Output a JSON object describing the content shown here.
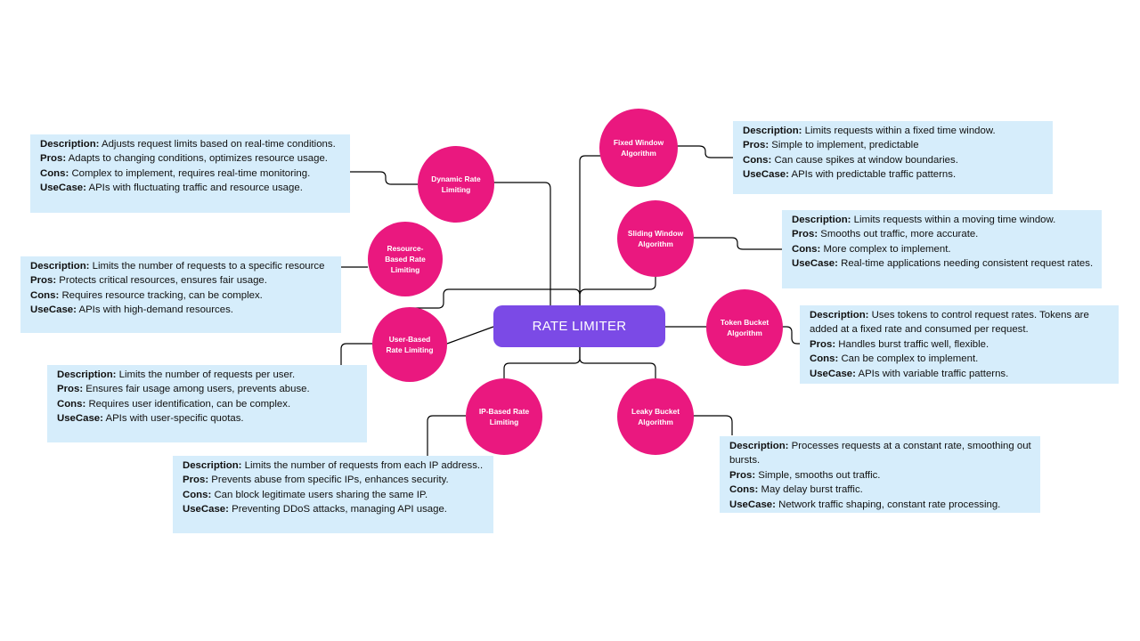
{
  "center": {
    "label": "RATE LIMITER"
  },
  "labels": {
    "description": "Description:",
    "pros": "Pros:",
    "cons": "Cons:",
    "usecase": "UseCase:"
  },
  "algorithms": {
    "fixed_window": {
      "name": "Fixed Window\nAlgorithm",
      "description": "Limits requests within a fixed time window.",
      "pros": "Simple to implement, predictable",
      "cons": "Can cause spikes at window boundaries.",
      "usecase": "APIs with predictable traffic patterns."
    },
    "sliding_window": {
      "name": "Sliding Window\nAlgorithm",
      "description": "Limits requests within a moving time window.",
      "pros": "Smooths out traffic, more accurate.",
      "cons": "More complex to implement.",
      "usecase": "Real-time applications needing consistent request rates."
    },
    "token_bucket": {
      "name": "Token Bucket\nAlgorithm",
      "description": "Uses tokens to control request rates. Tokens are added at a fixed rate and consumed per request.",
      "pros": "Handles burst traffic well, flexible.",
      "cons": "Can be complex to implement.",
      "usecase": "APIs with variable traffic patterns."
    },
    "leaky_bucket": {
      "name": "Leaky Bucket\nAlgorithm",
      "description": "Processes requests at a constant rate, smoothing out bursts.",
      "pros": "Simple, smooths out traffic.",
      "cons": "May delay burst traffic.",
      "usecase": "Network traffic shaping, constant rate processing."
    },
    "ip_based": {
      "name": "IP-Based Rate\nLimiting",
      "description": "Limits the number of requests from each IP address..",
      "pros": "Prevents abuse from specific IPs, enhances security.",
      "cons": "Can block legitimate users sharing the same IP.",
      "usecase": "Preventing DDoS attacks, managing API usage."
    },
    "user_based": {
      "name": "User-Based\nRate Limiting",
      "description": "Limits the number of requests per user.",
      "pros": "Ensures fair usage among users, prevents abuse.",
      "cons": "Requires user identification, can be complex.",
      "usecase": "APIs with user-specific quotas."
    },
    "resource_based": {
      "name": "Resource-\nBased Rate\nLimiting",
      "description": "Limits the number of requests to a specific resource",
      "pros": "Protects critical resources, ensures fair usage.",
      "cons": "Requires resource tracking, can be complex.",
      "usecase": "APIs with high-demand resources."
    },
    "dynamic": {
      "name": "Dynamic Rate\nLimiting",
      "description": "Adjusts request limits based on real-time conditions.",
      "pros": "Adapts to changing conditions, optimizes resource usage.",
      "cons": "Complex to implement, requires real-time monitoring.",
      "usecase": "APIs with fluctuating traffic and resource usage."
    }
  },
  "colors": {
    "center": "#7b4ae6",
    "node": "#ea187f",
    "info_bg": "#d6edfb",
    "connector": "#000000"
  }
}
